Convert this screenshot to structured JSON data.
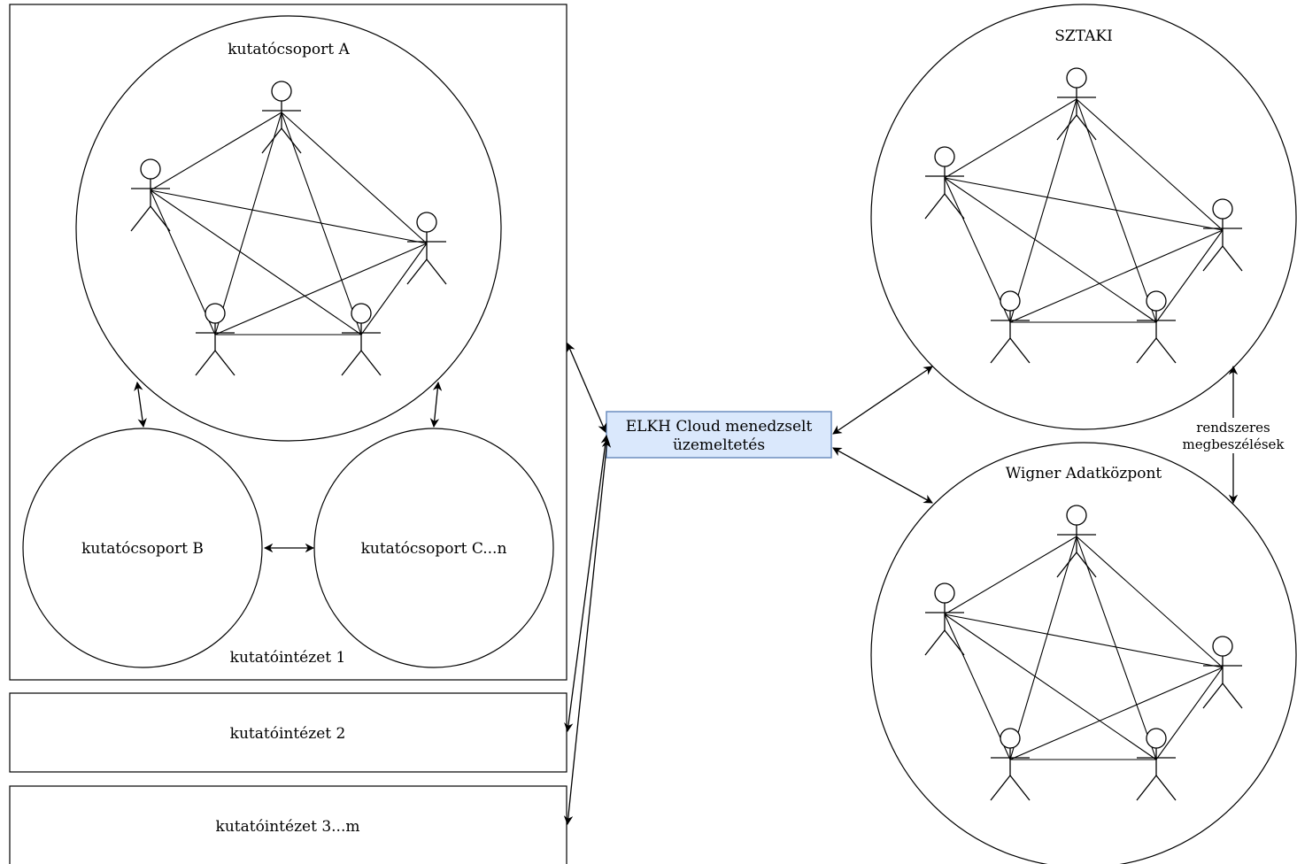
{
  "institutes": {
    "first": {
      "label": "kutatóintézet 1",
      "groups": {
        "a": "kutatócsoport A",
        "b": "kutatócsoport B",
        "c": "kutatócsoport C...n"
      }
    },
    "second": {
      "label": "kutatóintézet 2"
    },
    "third": {
      "label": "kutatóintézet 3...m"
    }
  },
  "cloud": {
    "line1": "ELKH Cloud menedzselt",
    "line2": "üzemeltetés",
    "fill": "#dae8fc",
    "stroke": "#6c8ebf"
  },
  "operators": {
    "sztaki": "SZTAKI",
    "wigner": "Wigner Adatközpont"
  },
  "meeting": {
    "line1": "rendszeres",
    "line2": "megbeszélések"
  },
  "icons": {
    "actor": "person-icon"
  }
}
